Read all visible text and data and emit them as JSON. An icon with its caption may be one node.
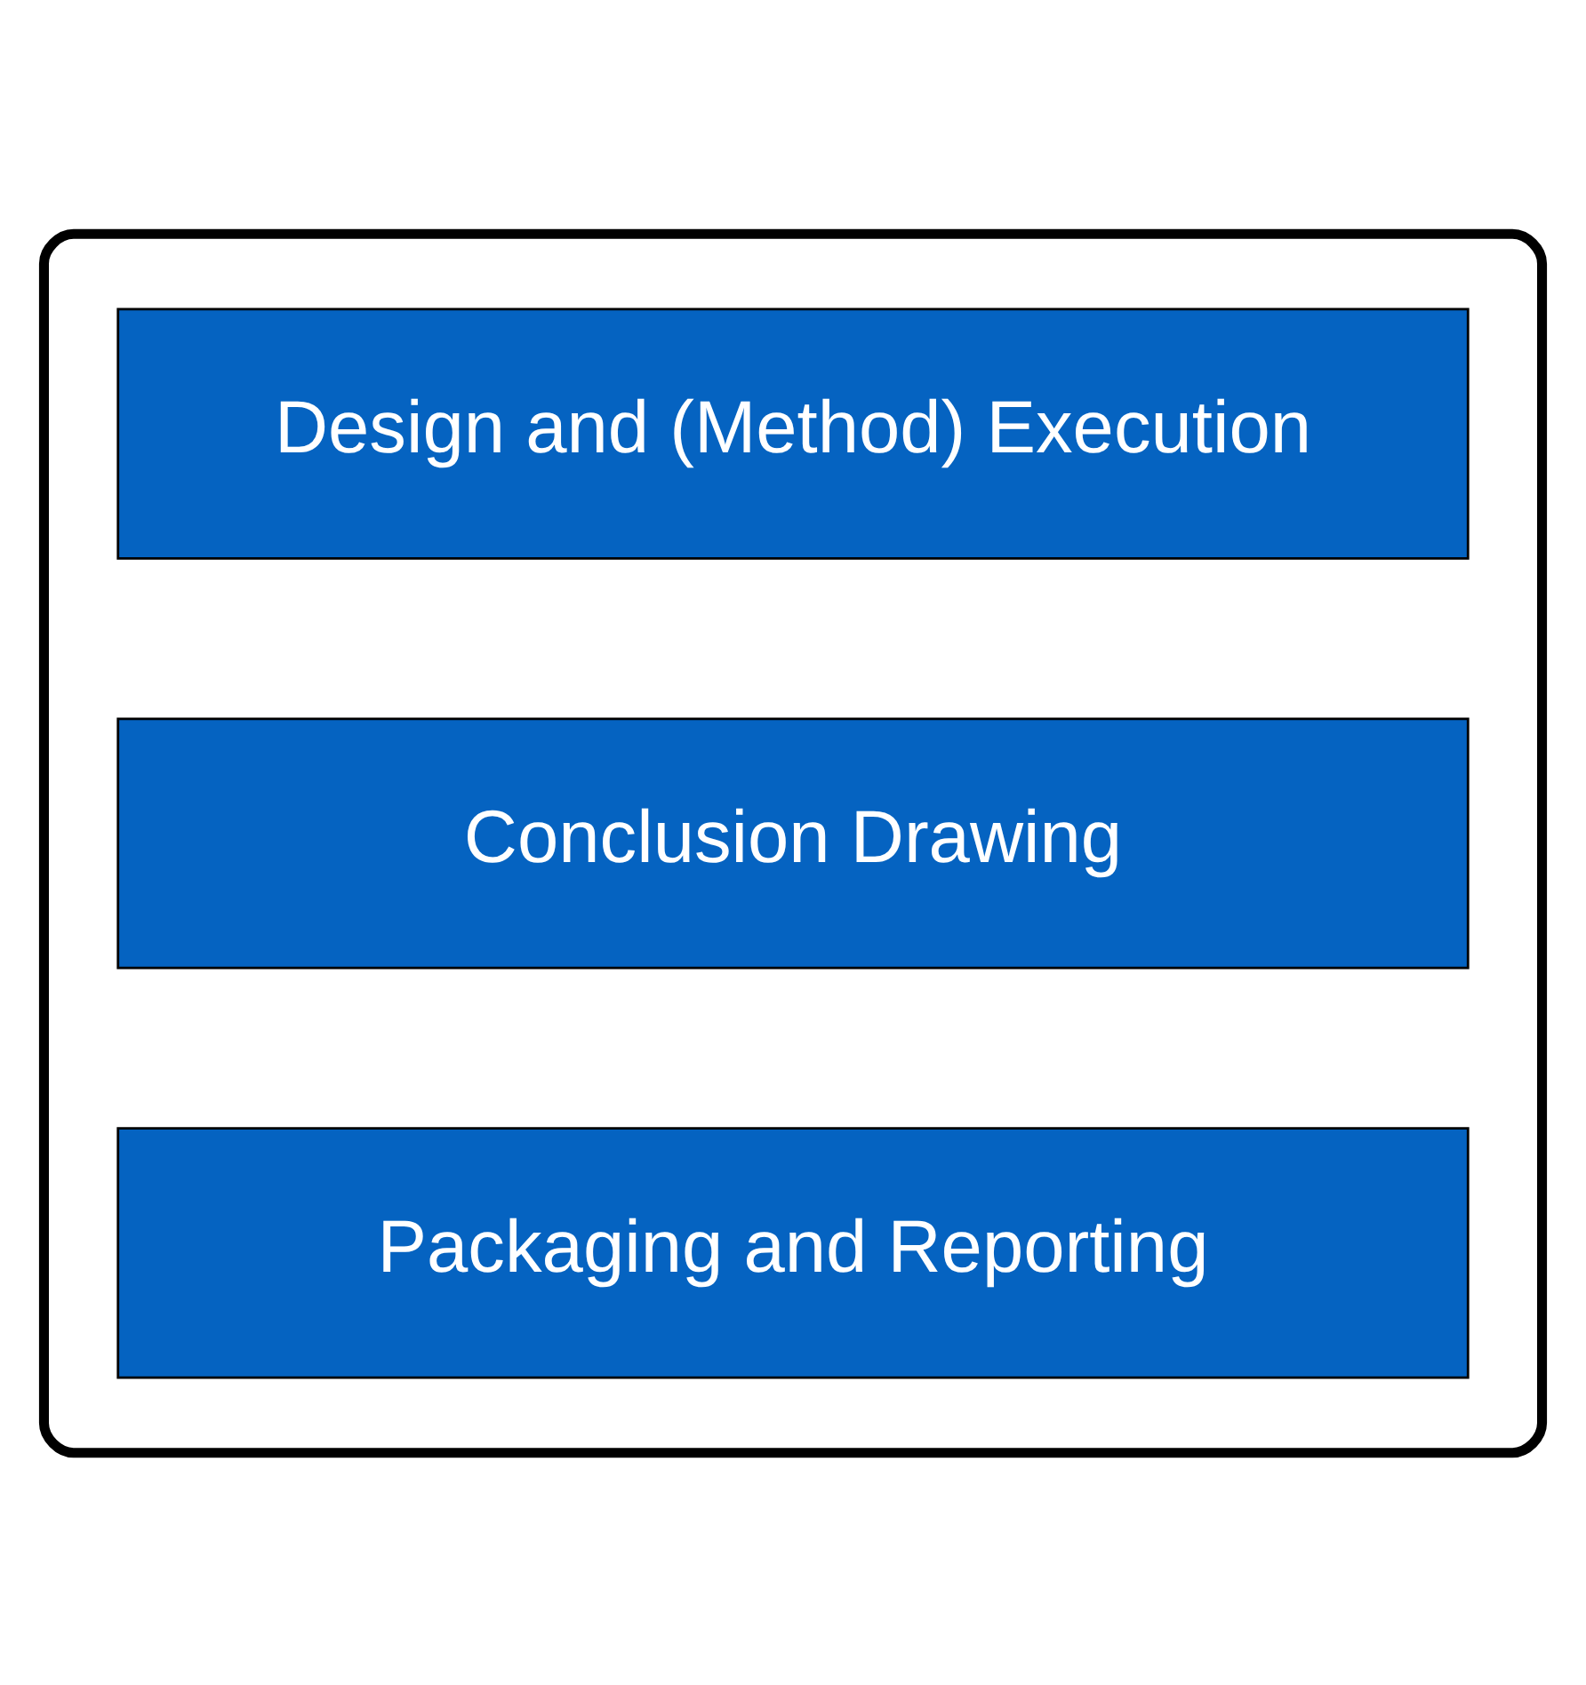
{
  "diagram": {
    "nodes": [
      {
        "text": [],
        "shape": "box"
      },
      {
        "text": [
          "Design and (Method) Execution"
        ],
        "in": 0
      },
      {
        "text": [
          "Conclusion Drawing"
        ],
        "in": 0
      },
      {
        "text": [
          "Packaging and Reporting"
        ],
        "in": 0
      }
    ]
  }
}
